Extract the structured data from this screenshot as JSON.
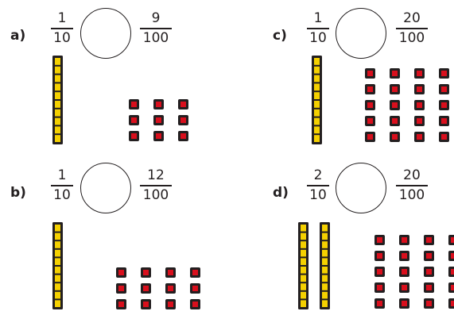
{
  "colors": {
    "tens_rod_fill": "#f5d100",
    "hundredths_cube_fill": "#d90f1d",
    "outline": "#231f20"
  },
  "problems": [
    {
      "label": "a)",
      "left": {
        "numerator": "1",
        "denominator": "10"
      },
      "right": {
        "numerator": "9",
        "denominator": "100"
      },
      "tenths_rods": 1,
      "hundredths_cubes": 9,
      "comparison": ""
    },
    {
      "label": "b)",
      "left": {
        "numerator": "1",
        "denominator": "10"
      },
      "right": {
        "numerator": "12",
        "denominator": "100"
      },
      "tenths_rods": 1,
      "hundredths_cubes": 12,
      "comparison": ""
    },
    {
      "label": "c)",
      "left": {
        "numerator": "1",
        "denominator": "10"
      },
      "right": {
        "numerator": "20",
        "denominator": "100"
      },
      "tenths_rods": 1,
      "hundredths_cubes": 20,
      "comparison": ""
    },
    {
      "label": "d)",
      "left": {
        "numerator": "2",
        "denominator": "10"
      },
      "right": {
        "numerator": "20",
        "denominator": "100"
      },
      "tenths_rods": 2,
      "hundredths_cubes": 20,
      "comparison": ""
    }
  ]
}
